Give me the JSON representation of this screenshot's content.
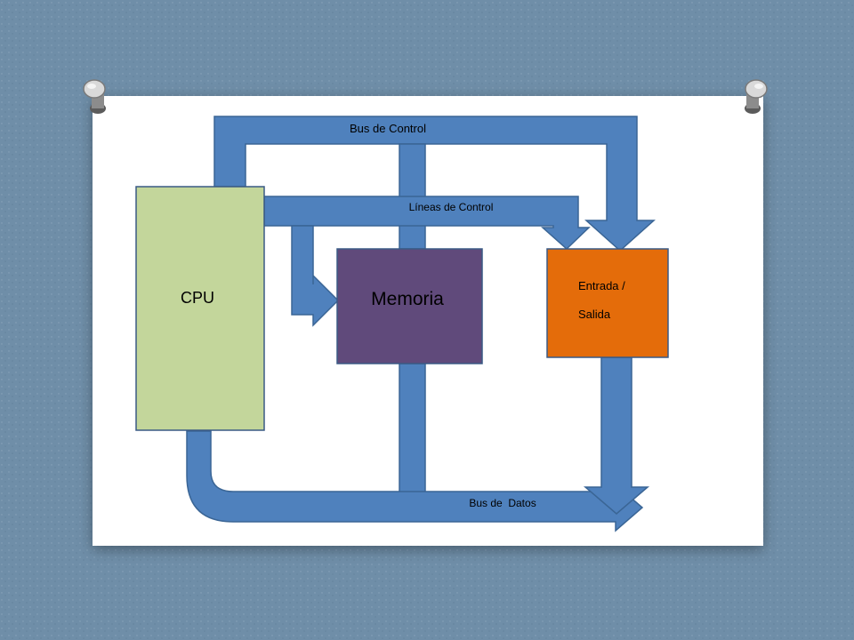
{
  "colors": {
    "background": "#6f8ea8",
    "card": "#ffffff",
    "bus_fill": "#4f81bd",
    "bus_stroke": "#3a6595",
    "cpu_fill": "#c3d69b",
    "memory_fill": "#604a7b",
    "io_fill": "#e46c0a",
    "block_stroke": "#3a5a85"
  },
  "diagram": {
    "bus_control": "Bus de Control",
    "lineas_control": "Líneas de Control",
    "bus_datos": "Bus de  Datos",
    "cpu": "CPU",
    "memoria": "Memoria",
    "io_line1": "Entrada /",
    "io_line2": "Salida"
  }
}
